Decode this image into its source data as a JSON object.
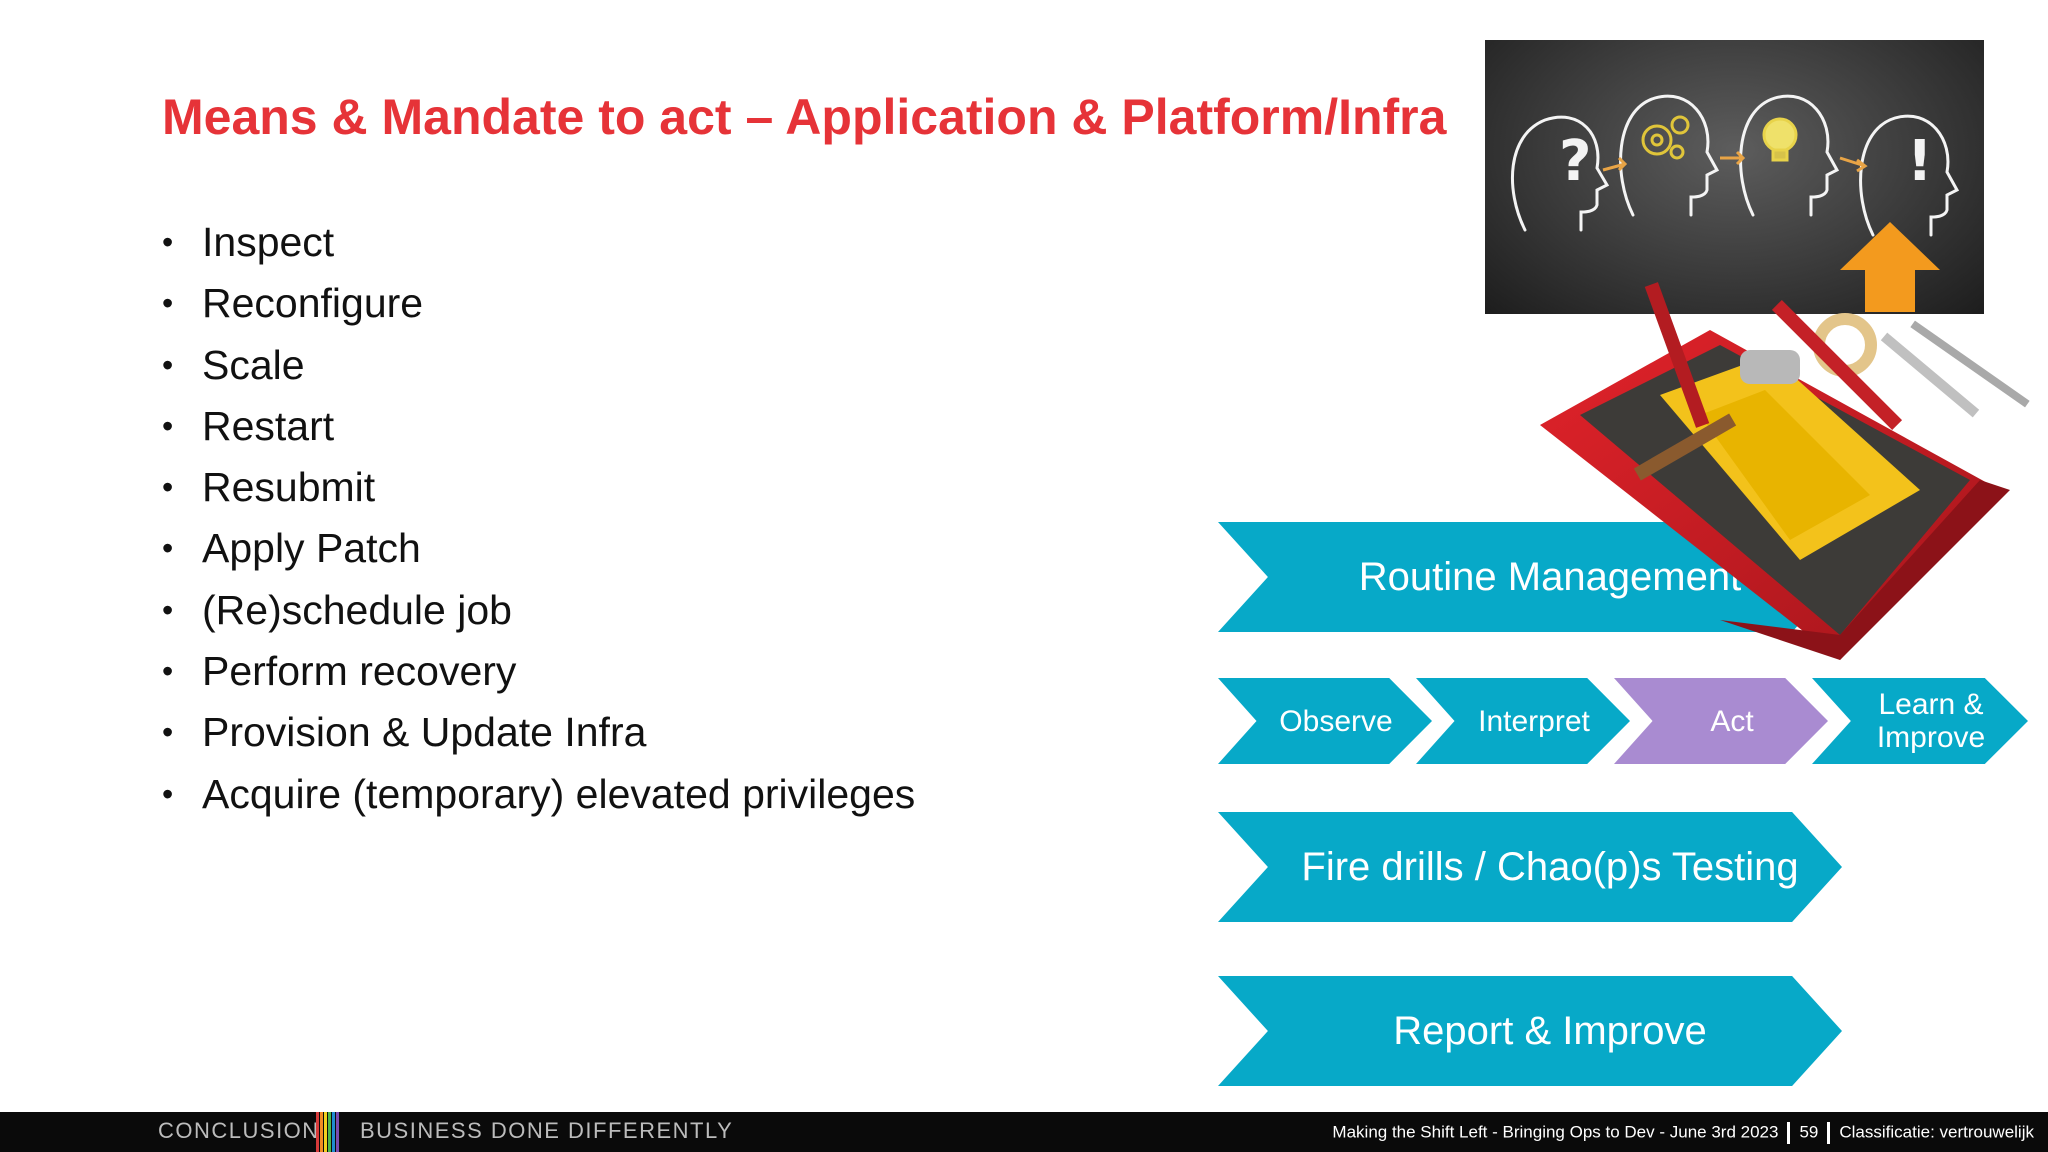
{
  "slide": {
    "title": "Means & Mandate to act – Application & Platform/Infra",
    "bullets": [
      "Inspect",
      "Reconfigure",
      "Scale",
      "Restart",
      "Resubmit",
      "Apply Patch",
      "(Re)schedule job",
      "Perform recovery",
      "Provision & Update Infra",
      "Acquire (temporary) elevated privileges"
    ]
  },
  "flow": {
    "routine": "Routine Management",
    "steps": [
      {
        "line1": "Observe",
        "line2": "",
        "color": "#07a9c8"
      },
      {
        "line1": "Interpret",
        "line2": "",
        "color": "#07a9c8"
      },
      {
        "line1": "Act",
        "line2": "",
        "color": "#a98bd1"
      },
      {
        "line1": "Learn &",
        "line2": "Improve",
        "color": "#07a9c8"
      }
    ],
    "fire_drills": "Fire drills / Chao(p)s Testing",
    "report": "Report & Improve"
  },
  "picture": {
    "heads": [
      "?",
      "",
      "",
      "!"
    ]
  },
  "footer": {
    "brand_left": "CONCLUSION",
    "brand_right": "BUSINESS DONE DIFFERENTLY",
    "presentation": "Making the Shift Left - Bringing Ops to Dev  - June 3rd 2023",
    "page": "59",
    "classification": "Classificatie: vertrouwelijk"
  },
  "colors": {
    "title": "#e63338",
    "chevron": "#07a9c8",
    "act": "#a98bd1",
    "arrow": "#f39a1e"
  }
}
